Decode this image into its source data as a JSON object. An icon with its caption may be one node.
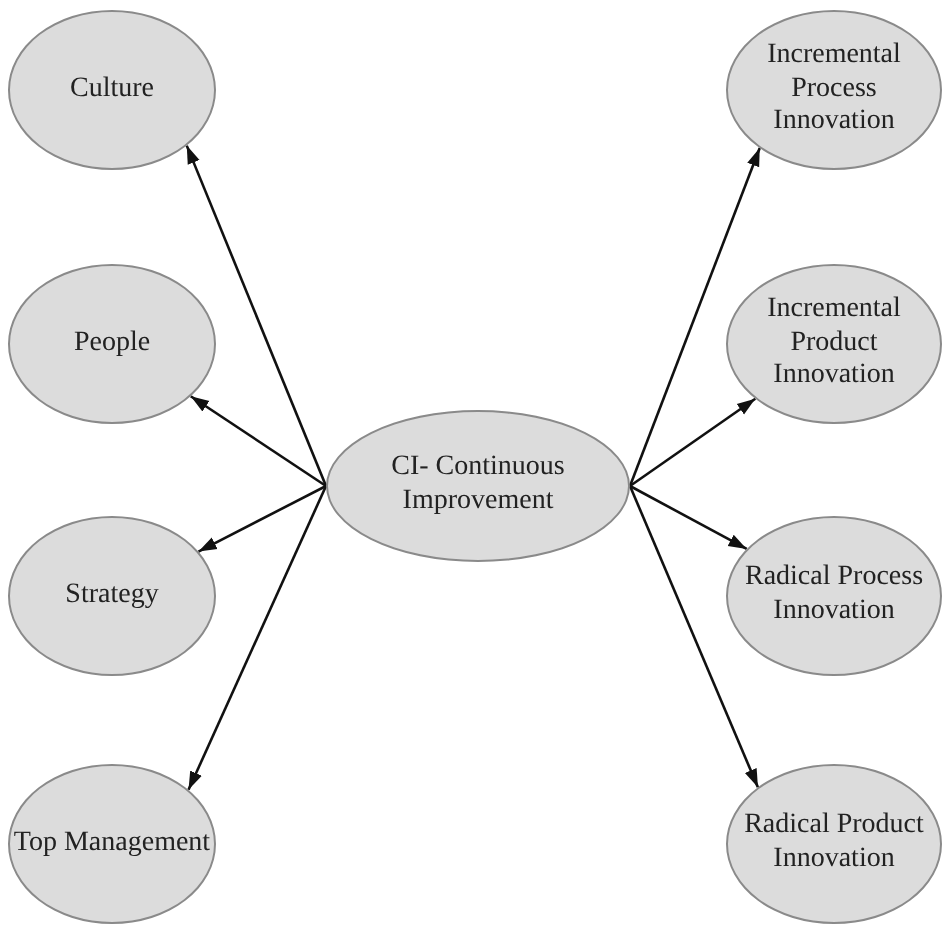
{
  "diagram": {
    "nodes": [
      {
        "text": [
          "Culture"
        ]
      },
      {
        "text": [
          "People"
        ]
      },
      {
        "text": [
          "Strategy"
        ]
      },
      {
        "text": [
          "Top Management"
        ]
      },
      {
        "text": [
          "CI- Continuous Improvement"
        ]
      },
      {
        "text": [
          "Incremental Process Innovation"
        ]
      },
      {
        "text": [
          "Incremental Product Innovation"
        ]
      },
      {
        "text": [
          "Radical Process Innovation"
        ]
      },
      {
        "text": [
          "Radical Product Innovation"
        ]
      }
    ],
    "edges": [
      {
        "from": 4,
        "to": 0,
        "arrow": "to"
      },
      {
        "from": 4,
        "to": 1,
        "arrow": "to"
      },
      {
        "from": 4,
        "to": 2,
        "arrow": "to"
      },
      {
        "from": 4,
        "to": 3,
        "arrow": "to"
      },
      {
        "from": 4,
        "to": 5,
        "arrow": "to"
      },
      {
        "from": 4,
        "to": 6,
        "arrow": "to"
      },
      {
        "from": 4,
        "to": 7,
        "arrow": "to"
      },
      {
        "from": 4,
        "to": 8,
        "arrow": "to"
      }
    ]
  }
}
